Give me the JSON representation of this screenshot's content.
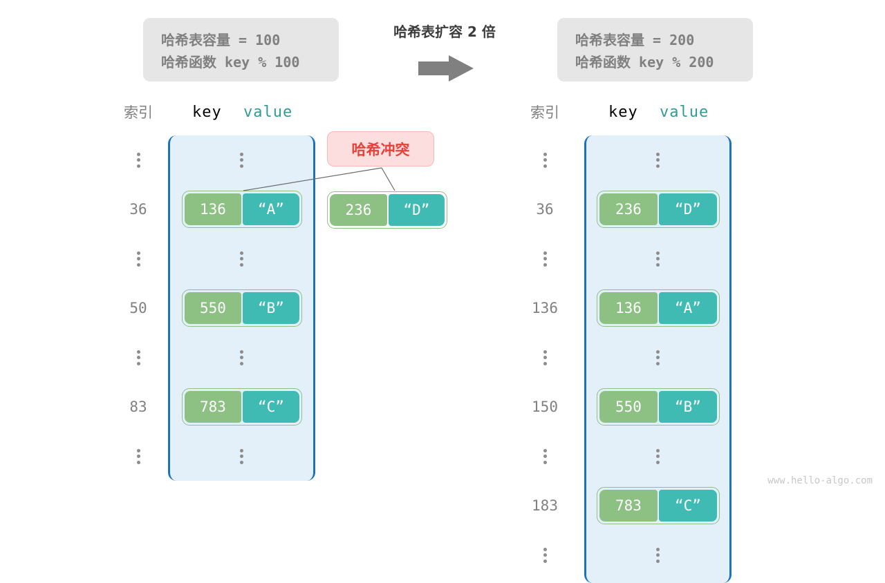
{
  "diagram": {
    "center_title": "哈希表扩容 2 倍",
    "arrow_icon": "right-arrow-icon",
    "watermark": "www.hello-algo.com"
  },
  "panel_before": {
    "line1": "哈希表容量 = 100",
    "line2": "哈希函数 key % 100"
  },
  "panel_after": {
    "line1": "哈希表容量 = 200",
    "line2": "哈希函数 key % 200"
  },
  "headers": {
    "index": "索引",
    "key": "key",
    "value": "value"
  },
  "collision": {
    "label": "哈希冲突"
  },
  "floating_pair": {
    "key": "236",
    "value": "“D”"
  },
  "table_left": {
    "rows": [
      {
        "index": "⋮",
        "type": "dots"
      },
      {
        "index": "36",
        "type": "pair",
        "key": "136",
        "value": "“A”"
      },
      {
        "index": "⋮",
        "type": "dots"
      },
      {
        "index": "50",
        "type": "pair",
        "key": "550",
        "value": "“B”"
      },
      {
        "index": "⋮",
        "type": "dots"
      },
      {
        "index": "83",
        "type": "pair",
        "key": "783",
        "value": "“C”"
      },
      {
        "index": "⋮",
        "type": "dots"
      }
    ]
  },
  "table_right": {
    "rows": [
      {
        "index": "⋮",
        "type": "dots"
      },
      {
        "index": "36",
        "type": "pair",
        "key": "236",
        "value": "“D”"
      },
      {
        "index": "⋮",
        "type": "dots"
      },
      {
        "index": "136",
        "type": "pair",
        "key": "136",
        "value": "“A”"
      },
      {
        "index": "⋮",
        "type": "dots"
      },
      {
        "index": "150",
        "type": "pair",
        "key": "550",
        "value": "“B”"
      },
      {
        "index": "⋮",
        "type": "dots"
      },
      {
        "index": "183",
        "type": "pair",
        "key": "783",
        "value": "“C”"
      },
      {
        "index": "⋮",
        "type": "dots"
      }
    ]
  },
  "colors": {
    "key_cell": "#8cc183",
    "value_cell": "#3fbbb4",
    "array_fill": "#e3f0fa",
    "array_border": "#1a74bd",
    "panel_bg": "#e6e6e6",
    "collision_bg": "#fbdedd",
    "collision_text": "#e8413c",
    "arrow": "#808080"
  }
}
